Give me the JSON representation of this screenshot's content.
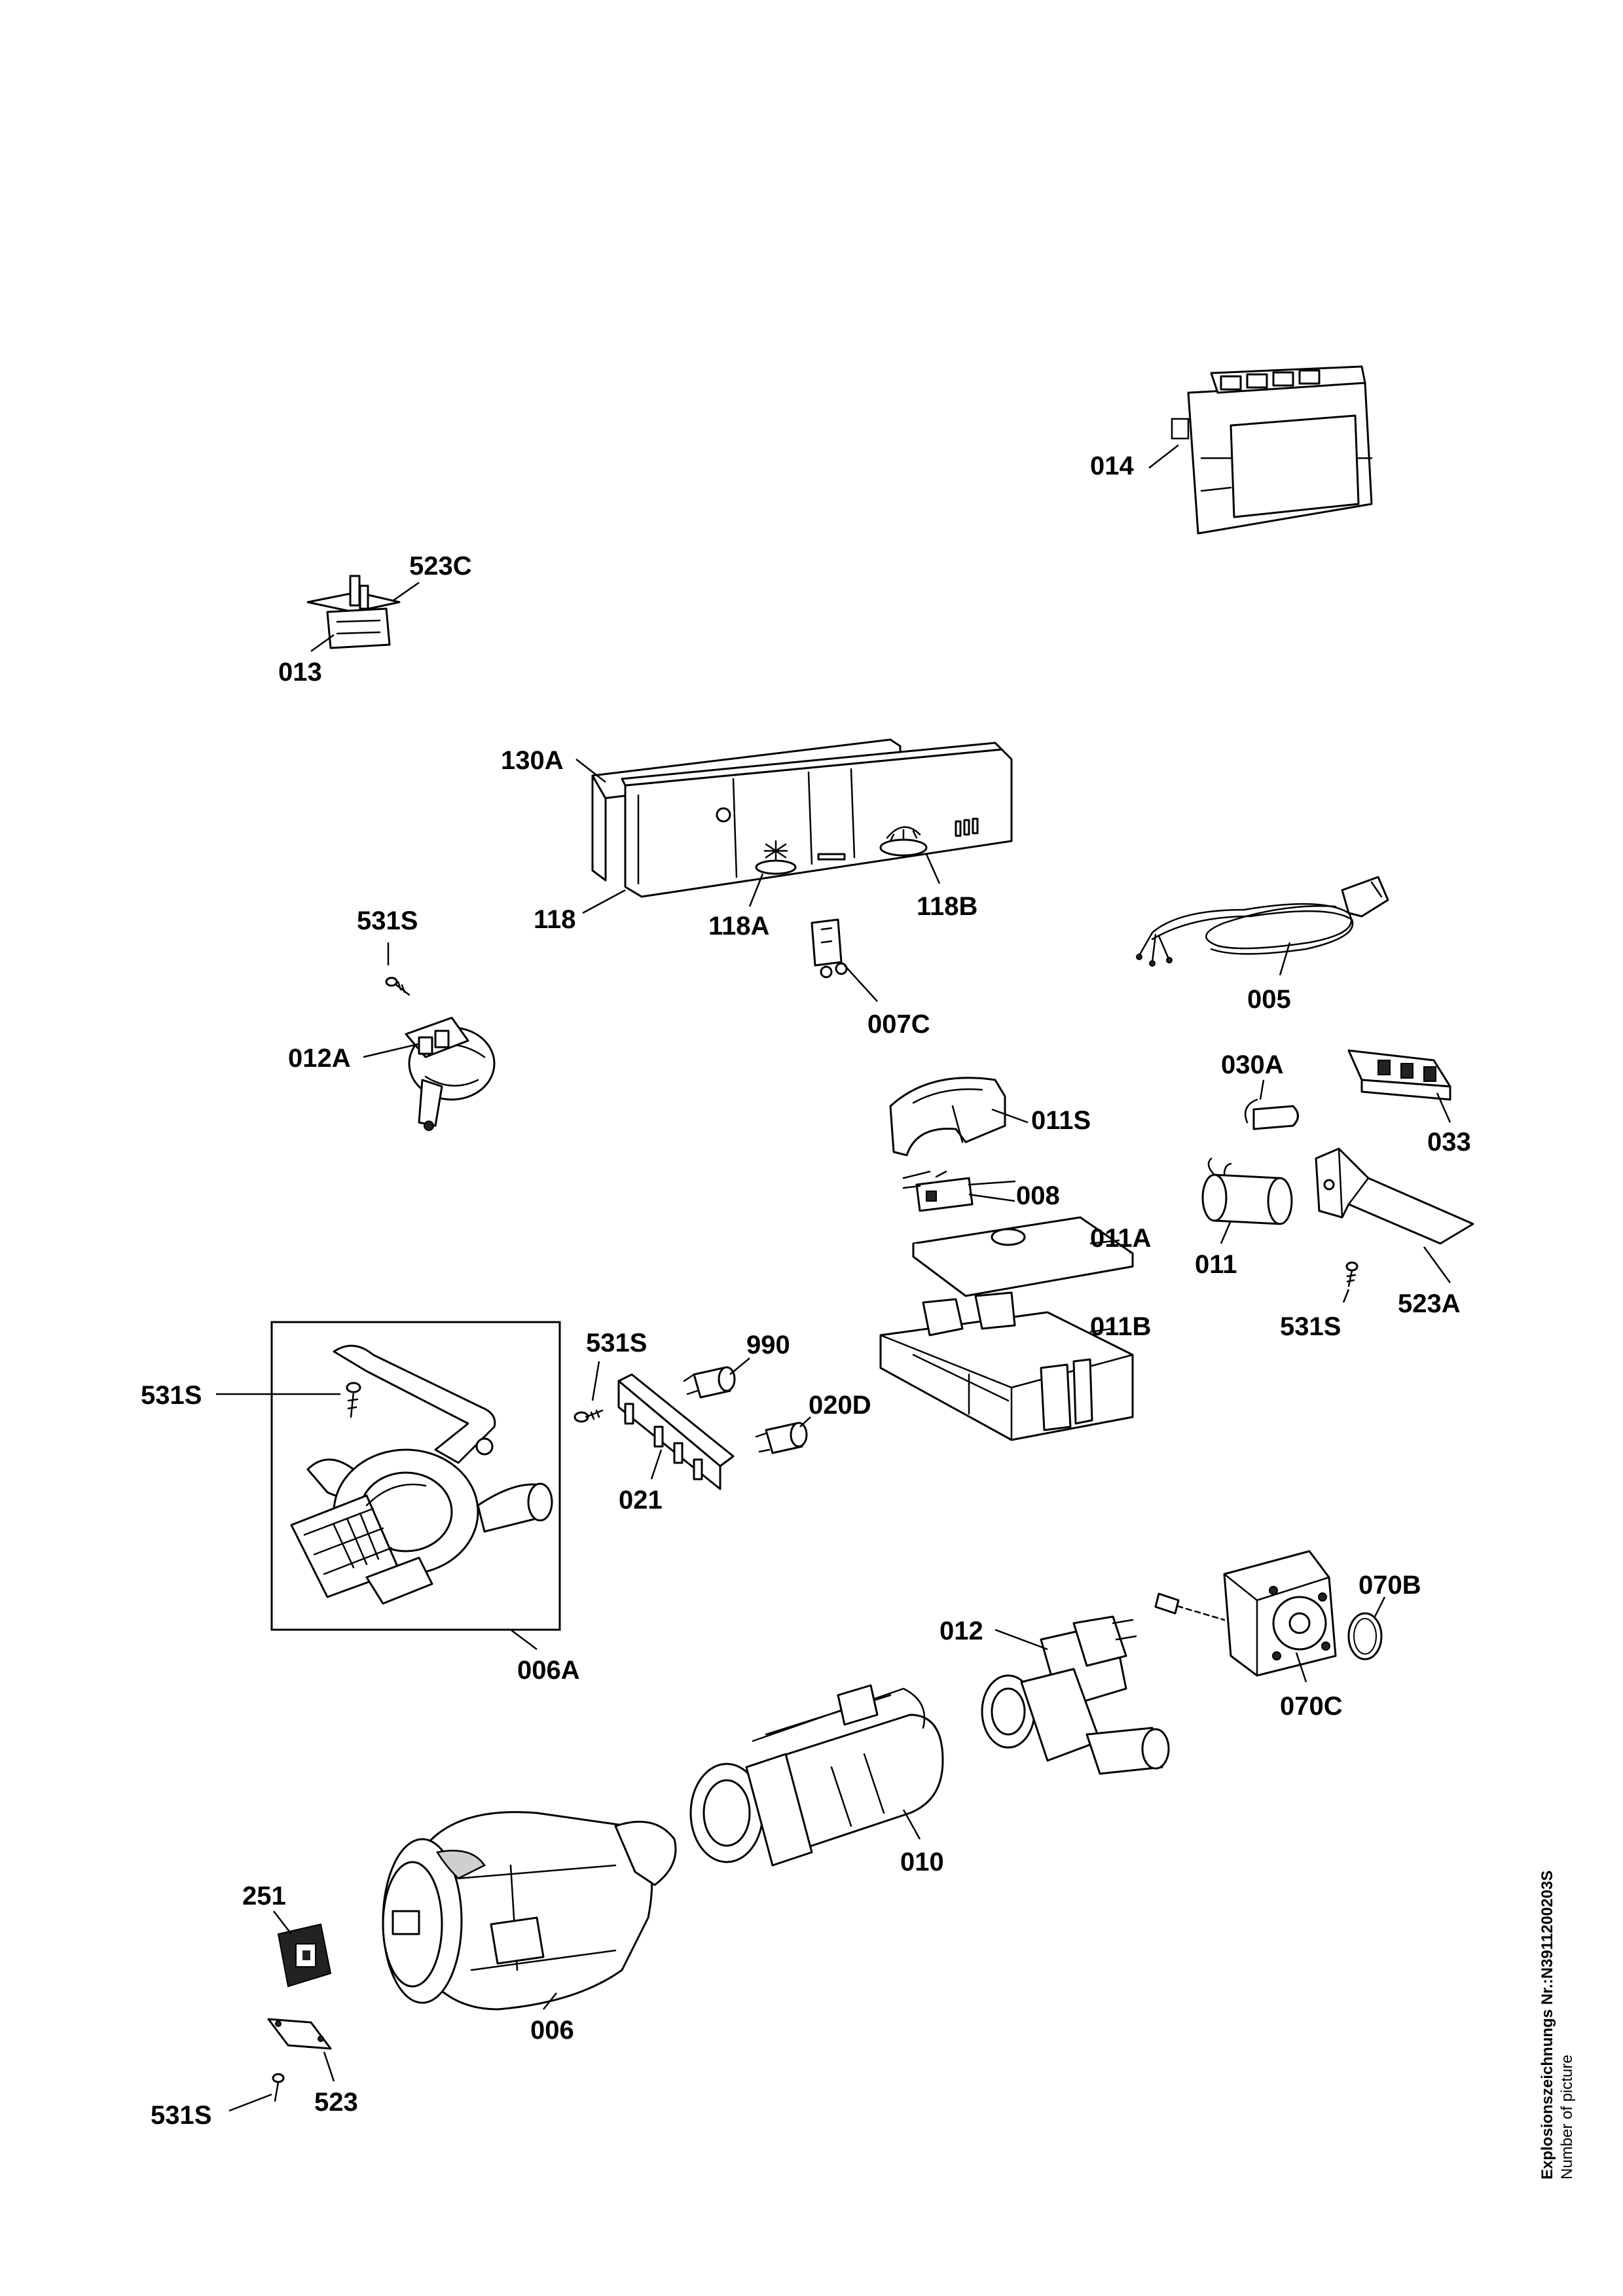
{
  "drawing_number": "Explosionszeichnungs Nr.:N3911200203S",
  "drawing_caption": "Number of picture",
  "labels": {
    "p014": "014",
    "p523C": "523C",
    "p013": "013",
    "p130A": "130A",
    "p118": "118",
    "p118A": "118A",
    "p118B": "118B",
    "p007C": "007C",
    "p005": "005",
    "p531S_a": "531S",
    "p012A": "012A",
    "p011S": "011S",
    "p008": "008",
    "p011A": "011A",
    "p011B": "011B",
    "p030A": "030A",
    "p033": "033",
    "p011": "011",
    "p523A": "523A",
    "p531S_b": "531S",
    "p531S_c": "531S",
    "p531S_d": "531S",
    "p990": "990",
    "p020D": "020D",
    "p021": "021",
    "p006A": "006A",
    "p012": "012",
    "p070B": "070B",
    "p070C": "070C",
    "p010": "010",
    "p251": "251",
    "p006": "006",
    "p523": "523",
    "p531S_e": "531S"
  }
}
